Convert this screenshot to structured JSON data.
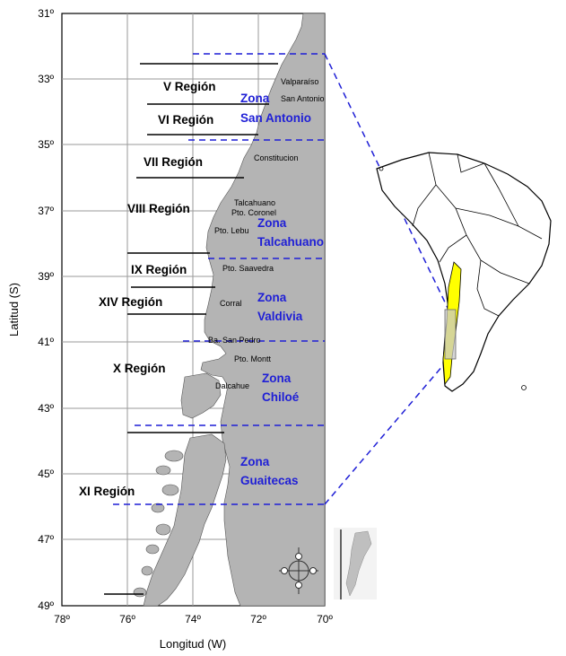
{
  "axes": {
    "x_label": "Longitud (W)",
    "y_label": "Latitud (S)",
    "x_ticks": [
      "78º",
      "76º",
      "74º",
      "72º",
      "70º"
    ],
    "y_ticks": [
      "31º",
      "33º",
      "35º",
      "37º",
      "39º",
      "41º",
      "43º",
      "45º",
      "47º",
      "49º"
    ],
    "lon_range": [
      78,
      70
    ],
    "lat_range": [
      31,
      49
    ],
    "grid": true
  },
  "regions": [
    {
      "label": "V Región"
    },
    {
      "label": "VI Región"
    },
    {
      "label": "VII Región"
    },
    {
      "label": "VIII Región"
    },
    {
      "label": "IX Región"
    },
    {
      "label": "XIV Región"
    },
    {
      "label": "X Región"
    },
    {
      "label": "XI Región"
    }
  ],
  "zones": [
    {
      "line1": "Zona",
      "line2": "San Antonio"
    },
    {
      "line1": "Zona",
      "line2": "Talcahuano"
    },
    {
      "line1": "Zona",
      "line2": "Valdivia"
    },
    {
      "line1": "Zona",
      "line2": "Chiloé"
    },
    {
      "line1": "Zona",
      "line2": "Guaitecas"
    }
  ],
  "places": [
    {
      "label": "Valparaíso"
    },
    {
      "label": "San Antonio"
    },
    {
      "label": "Constitucion"
    },
    {
      "label": "Talcahuano"
    },
    {
      "label": "Pto. Coronel"
    },
    {
      "label": "Pto. Lebu"
    },
    {
      "label": "Pto. Saavedra"
    },
    {
      "label": "Corral"
    },
    {
      "label": "Ba. San Pedro"
    },
    {
      "label": "Pto. Montt"
    },
    {
      "label": "Dalcahue"
    }
  ],
  "colors": {
    "land": "#b4b4b4",
    "zone_text": "#1f1fd6",
    "dashed_line": "#1f1fd6",
    "highlight": "#ffff00",
    "grid": "#9a9a9a"
  },
  "icons": {
    "compass": "compass-rose-icon",
    "inset": "south-america-inset-map"
  }
}
